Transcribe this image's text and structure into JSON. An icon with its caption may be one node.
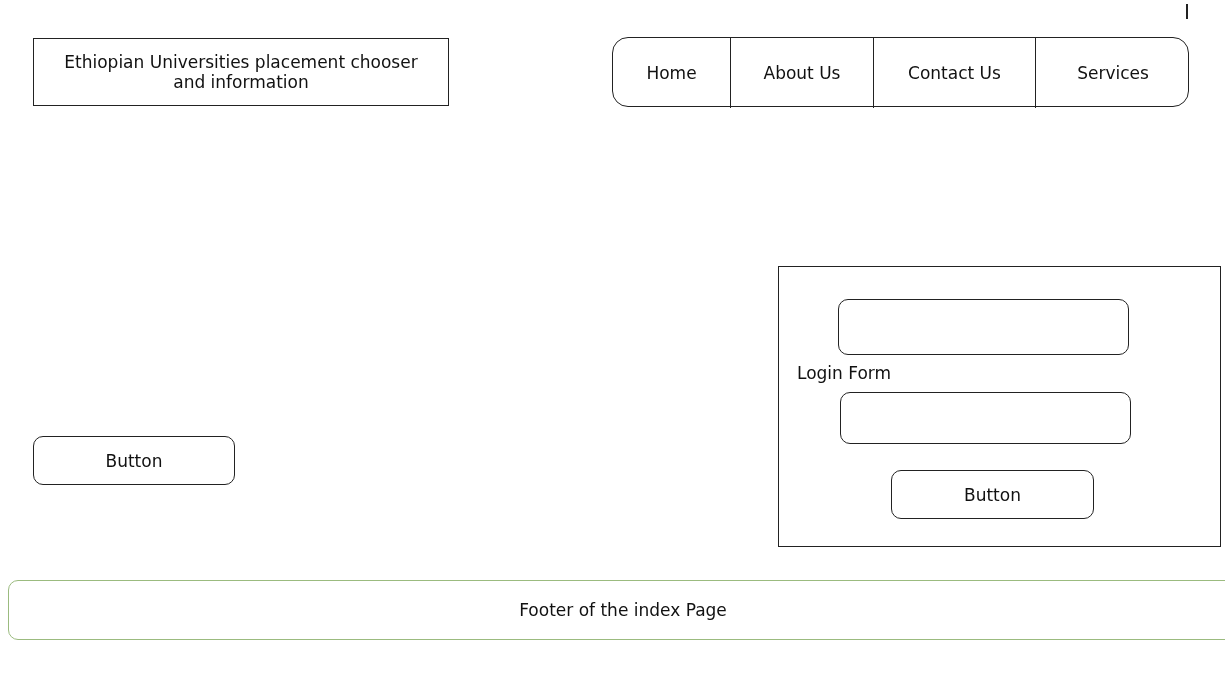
{
  "diagram": {
    "nodes": [
      {
        "text": [
          "Ethiopian Universities placement chooser and information"
        ]
      },
      {
        "text": [],
        "shape": "box"
      },
      {
        "text": [
          "Home"
        ],
        "in": 1
      },
      {
        "text": [
          "About Us"
        ],
        "in": 1
      },
      {
        "text": [
          "Contact Us"
        ],
        "in": 1
      },
      {
        "text": [
          "Services"
        ],
        "in": 1
      },
      {
        "text": [
          "Login Form"
        ]
      },
      {
        "text": [],
        "shape": "box",
        "in": 6
      },
      {
        "text": [],
        "shape": "box",
        "in": 6
      },
      {
        "text": [
          "Button"
        ],
        "in": 6
      },
      {
        "text": [
          "Button"
        ]
      },
      {
        "text": [
          "Footer of the index Page"
        ]
      }
    ],
    "edges": []
  }
}
